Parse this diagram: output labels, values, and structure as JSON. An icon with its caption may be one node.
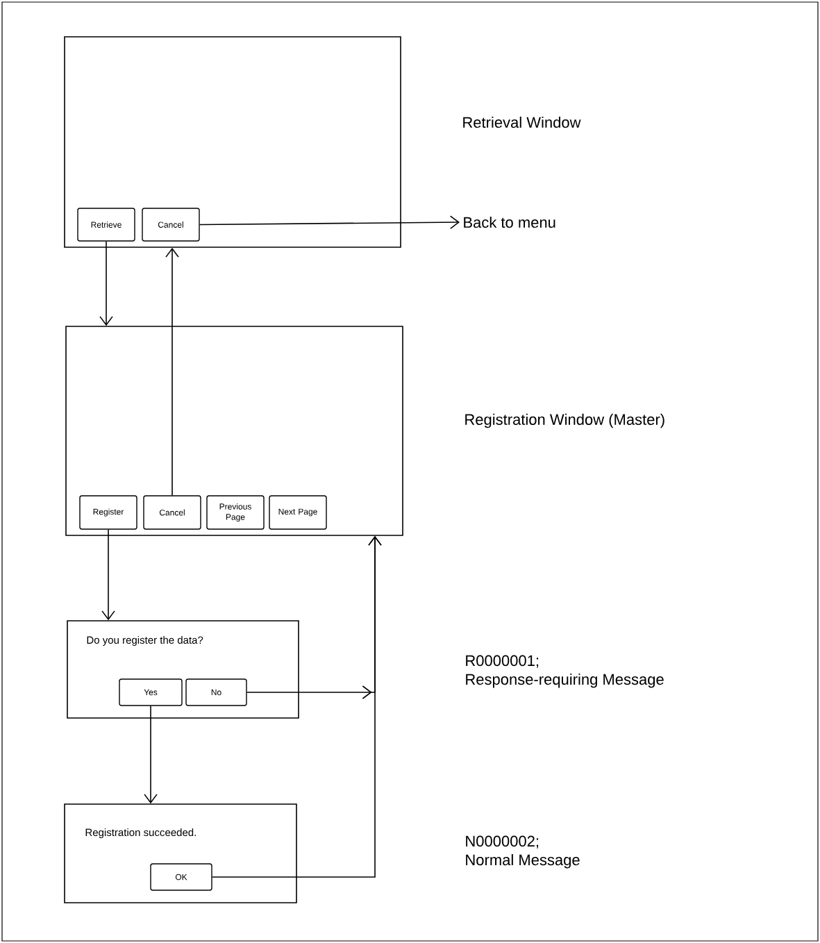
{
  "diagram": {
    "nodes": [
      {
        "text": [],
        "shape": "box"
      },
      {
        "text": [
          "Retrieve"
        ],
        "in": 0
      },
      {
        "text": [
          "Cancel"
        ],
        "in": 0
      },
      {
        "text": [
          "Back to menu"
        ]
      },
      {
        "text": [],
        "shape": "box"
      },
      {
        "text": [
          "Register"
        ],
        "in": 4
      },
      {
        "text": [
          "Cancel"
        ],
        "in": 4
      },
      {
        "text": [
          "Previous Page"
        ],
        "in": 4
      },
      {
        "text": [
          "Next Page"
        ],
        "in": 4
      },
      {
        "text": [
          "Do you register the data?"
        ]
      },
      {
        "text": [
          "Yes"
        ],
        "in": 9
      },
      {
        "text": [
          "No"
        ],
        "in": 9
      },
      {
        "text": [
          "Registration succeeded."
        ]
      },
      {
        "text": [
          "OK"
        ],
        "in": 12
      }
    ],
    "edges": [
      {
        "from": 2,
        "to": 3,
        "arrow": "to"
      },
      {
        "from": 1,
        "to": 4,
        "arrow": "to"
      },
      {
        "from": 6,
        "to": 0,
        "arrow": "to"
      },
      {
        "from": 5,
        "to": 9,
        "arrow": "to"
      },
      {
        "from": 11,
        "to": 4,
        "arrow": "to"
      },
      {
        "from": 13,
        "to": 4,
        "arrow": "to"
      },
      {
        "from": 10,
        "to": 12,
        "arrow": "to"
      }
    ],
    "labels": [
      "Retrieval  Window",
      "Registration Window (Master)",
      "R0000001; Response-requiring Message",
      "N0000002; Normal Message"
    ]
  }
}
